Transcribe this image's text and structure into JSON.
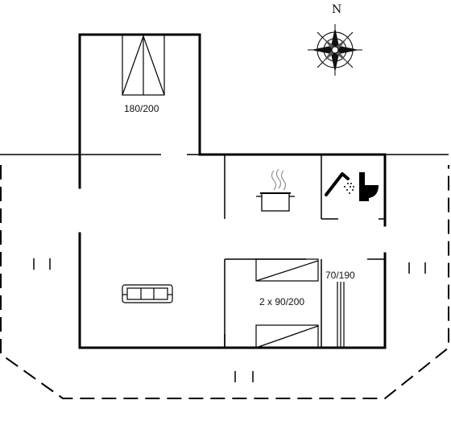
{
  "compass": {
    "north_label": "N",
    "icon": "compass-rose-icon"
  },
  "rooms": {
    "bedroom_top": {
      "bed_label": "180/200",
      "icon": "double-bed-icon"
    },
    "bedroom_bunk": {
      "bed_label": "2 x 90/200",
      "icon": "twin-beds-icon"
    },
    "bedroom_single": {
      "bed_label": "70/190",
      "icon": "single-bed-icon"
    },
    "kitchen": {
      "icon": "cooking-pot-icon"
    },
    "bathroom": {
      "icons": [
        "shower-icon",
        "toilet-icon"
      ]
    },
    "living_room": {
      "icon": "sofa-icon"
    }
  },
  "terrace": {
    "style": "dashed-outline"
  },
  "colors": {
    "walls": "#000000",
    "background": "#ffffff"
  }
}
